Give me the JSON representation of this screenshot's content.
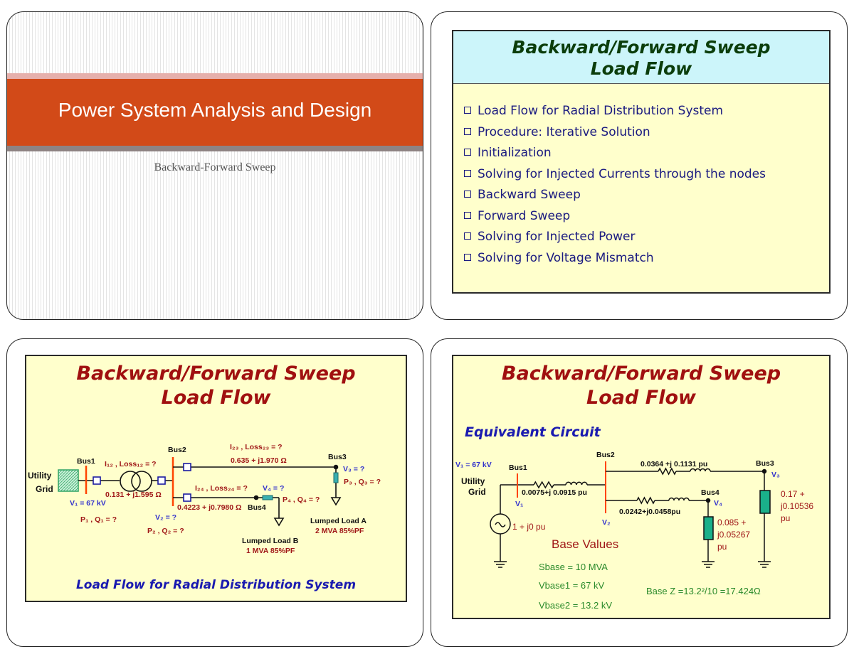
{
  "slide1": {
    "title": "Power System Analysis and Design",
    "subtitle": "Backward-Forward Sweep"
  },
  "slide2": {
    "title_line1": "Backward/Forward Sweep",
    "title_line2": "Load Flow",
    "bullets": [
      "Load Flow for Radial Distribution System",
      "Procedure: Iterative Solution",
      "Initialization",
      "Solving for Injected Currents through the nodes",
      "Backward Sweep",
      "Forward Sweep",
      "Solving for Injected Power",
      "Solving for Voltage Mismatch"
    ]
  },
  "slide3": {
    "title_line1": "Backward/Forward Sweep",
    "title_line2": "Load Flow",
    "footer": "Load Flow for Radial Distribution System",
    "diagram": {
      "utility": "Utility",
      "grid": "Grid",
      "bus1": "Bus1",
      "bus2": "Bus2",
      "bus3": "Bus3",
      "bus4": "Bus4",
      "i12": "I₁₂ , Loss₁₂ = ?",
      "z12": "0.131 + j1.595 Ω",
      "v1": "V₁ = 67 kV",
      "pq1": "P₁ , Q₁ = ?",
      "v2": "V₂ = ?",
      "pq2": "P₂ , Q₂ = ?",
      "i23": "I₂₃ , Loss₂₃ = ?",
      "z23": "0.635 + j1.970 Ω",
      "v3": "V₃ = ?",
      "pq3": "P₃ , Q₃ = ?",
      "i24": "I₂₄ , Loss₂₄ = ?",
      "z24": "0.4223 + j0.7980 Ω",
      "v4": "V₄ = ?",
      "pq4": "P₄ , Q₄ = ?",
      "loadA": "Lumped Load A",
      "loadA_rating": "2 MVA 85%PF",
      "loadB": "Lumped Load B",
      "loadB_rating": "1 MVA 85%PF"
    }
  },
  "slide4": {
    "title_line1": "Backward/Forward Sweep",
    "title_line2": "Load Flow",
    "subtitle": "Equivalent Circuit",
    "diagram": {
      "v1_top": "V₁ = 67 kV",
      "utility": "Utility",
      "grid": "Grid",
      "bus1": "Bus1",
      "bus2": "Bus2",
      "bus3": "Bus3",
      "bus4": "Bus4",
      "z12": "0.0075+j 0.0915 pu",
      "z23": "0.0364 +j 0.1131 pu",
      "z24": "0.0242+j0.0458pu",
      "v1": "V₁",
      "v2": "V₂",
      "v3": "V₃",
      "v4": "V₄",
      "source": "1 + j0 pu",
      "load3": [
        "0.17 +",
        "j0.10536",
        "pu"
      ],
      "load4": [
        "0.085 +",
        "j0.05267",
        "pu"
      ],
      "base_title": "Base Values",
      "sbase": "Sbase = 10 MVA",
      "vbase1": "Vbase1 = 67 kV",
      "vbase2": "Vbase2 = 13.2 kV",
      "basez": "Base Z =13.2²/10 =17.424Ω"
    }
  },
  "colors": {
    "title_band": "#d24a18",
    "slide_box": "#ffffcc",
    "header_cyan": "#ccf5fa",
    "bus_bar": "#ff4400",
    "load": "#1ab08a"
  }
}
